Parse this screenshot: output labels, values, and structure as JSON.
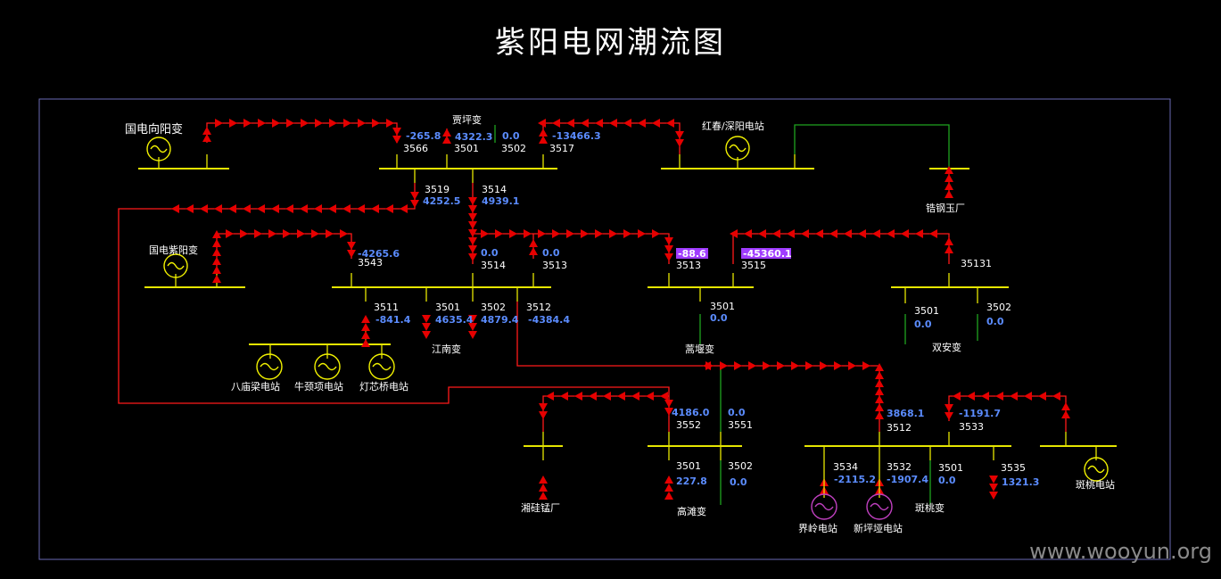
{
  "title": "紫阳电网潮流图",
  "watermark": "www.wooyun.org",
  "colors": {
    "background": "#000000",
    "frame": "#6a6ab4",
    "bus": "#e6e600",
    "flow_line": "#ff1a1a",
    "flow_arrow": "#e60000",
    "idle_line": "#1fa31f",
    "value_text": "#5b8cff",
    "highlight_bg": "#a03cff",
    "generator": "#f2f200",
    "generator_alt": "#c040c0"
  },
  "stations": {
    "guodian_xiangyang": "国电向阳变",
    "jiaping": "贾坪变",
    "hongchun_shenyang": "红春/深阳电站",
    "zhuogang_yuchang": "锆钢玉厂",
    "guodian_ziyang": "国电紫阳变",
    "jiangnan": "江南变",
    "gaoyan": "蒿堰变",
    "shuangan": "双安变",
    "batangliang": "八庙梁电站",
    "niujingxiang": "牛颈项电站",
    "dengxinqiao": "灯芯桥电站",
    "xianggui": "湘硅锰厂",
    "gaotan": "高滩变",
    "jieling": "界岭电站",
    "xinpingya": "新坪垭电站",
    "bantao_sub": "斑桃变",
    "bantao_station": "斑桃电站"
  },
  "labels": {
    "jp_3566": "3566",
    "jp_3501": "3501",
    "jp_3502": "3502",
    "jp_3517": "3517",
    "jp_3519": "3519",
    "jp_3514": "3514",
    "jn_3543": "3543",
    "jn_3514": "3514",
    "jn_3513": "3513",
    "jn_3511": "3511",
    "jn_3501": "3501",
    "jn_3502": "3502",
    "jn_3512": "3512",
    "gy_3513": "3513",
    "gy_3515": "3515",
    "gy_3501": "3501",
    "sa_35131": "35131",
    "sa_3501": "3501",
    "sa_3502": "3502",
    "gt_3552": "3552",
    "gt_3551": "3551",
    "gt_3501": "3501",
    "gt_3502": "3502",
    "bt_3512": "3512",
    "bt_3533": "3533",
    "bt_3534": "3534",
    "bt_3532": "3532",
    "bt_3501": "3501",
    "bt_3535": "3535"
  },
  "values": {
    "jp_3566": "-265.8",
    "jp_3501": "4322.3",
    "jp_3502": "0.0",
    "jp_3517": "-13466.3",
    "jp_3519": "4252.5",
    "jp_3514": "4939.1",
    "jn_3543": "-4265.6",
    "jn_3514": "0.0",
    "jn_3513": "0.0",
    "jn_3511": "-841.4",
    "jn_3501": "4635.4",
    "jn_3502": "4879.4",
    "jn_3512": "-4384.4",
    "gy_3513": "-88.6",
    "gy_3515": "-45360.1",
    "gy_3501": "0.0",
    "sa_3501": "0.0",
    "sa_3502": "0.0",
    "gt_3552": "4186.0",
    "gt_3551": "0.0",
    "gt_3501": "227.8",
    "gt_3502": "0.0",
    "bt_3512": "3868.1",
    "bt_3533": "-1191.7",
    "bt_3534": "-2115.2",
    "bt_3532": "-1907.4",
    "bt_3501": "0.0",
    "bt_3535": "1321.3"
  }
}
